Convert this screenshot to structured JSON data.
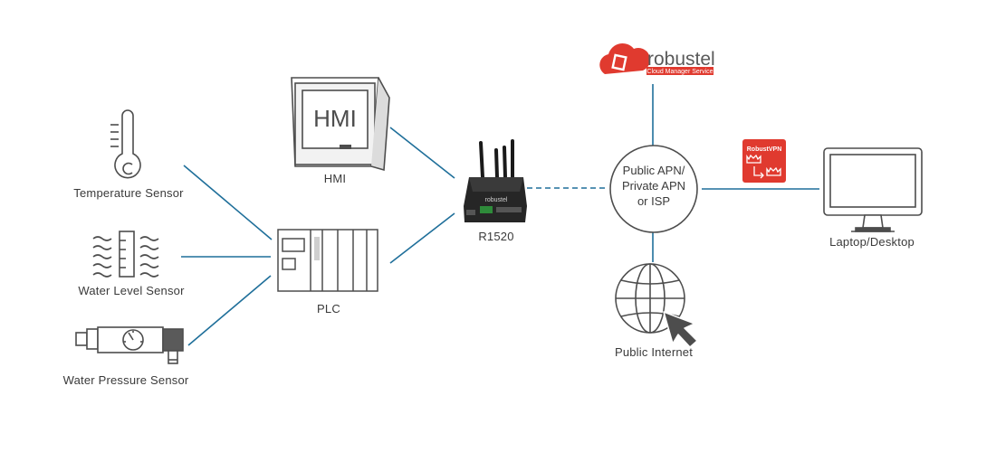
{
  "nodes": {
    "temperature_sensor": "Temperature Sensor",
    "water_level_sensor": "Water Level Sensor",
    "water_pressure_sensor": "Water Pressure Sensor",
    "hmi": "HMI",
    "hmi_screen_text": "HMI",
    "plc": "PLC",
    "router": "R1520",
    "router_brand": "robustel",
    "apn_lines": [
      "Public APN/",
      "Private APN",
      "or ISP"
    ],
    "public_internet": "Public Internet",
    "laptop_desktop": "Laptop/Desktop"
  },
  "logos": {
    "cloud_brand": "robustel",
    "cloud_subtitle": "Cloud Manager Service",
    "vpn_badge": "RobustVPN"
  },
  "colors": {
    "line": "#1f6f9a",
    "icon": "#4d4d4d",
    "brand_red": "#e03a2f",
    "text": "#3a3a3a"
  }
}
